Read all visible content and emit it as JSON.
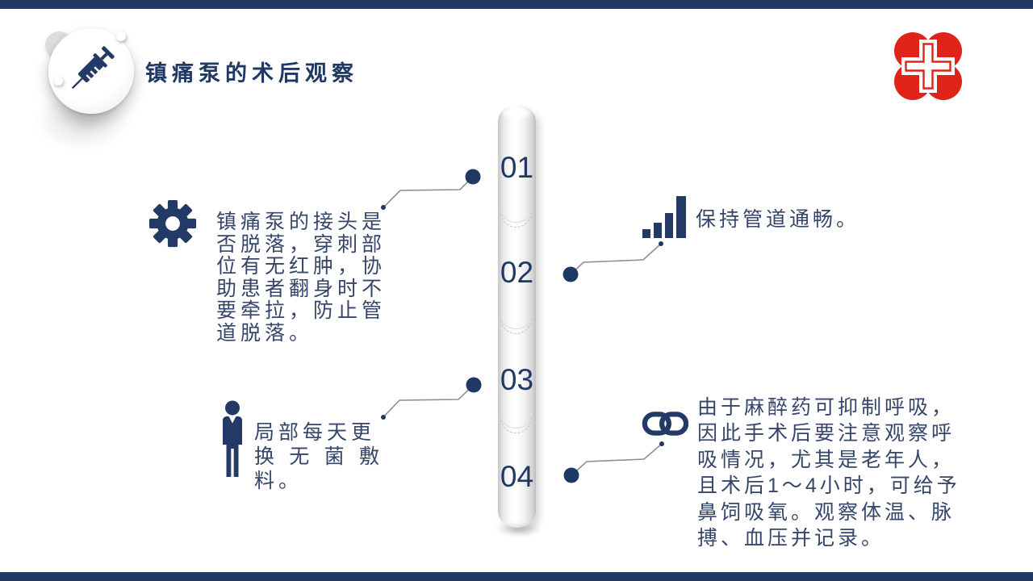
{
  "header": {
    "title": "镇痛泵的术后观察"
  },
  "colors": {
    "accent_navy": "#1F3864",
    "body_text": "#36466B",
    "logo_red": "#E02318",
    "connector_gray": "#8F8F8F",
    "cylinder_gray": "#D6D6D6"
  },
  "timeline": {
    "numbers": [
      "01",
      "02",
      "03",
      "04"
    ]
  },
  "items": [
    {
      "number": "01",
      "icon": "gear-icon",
      "side": "left",
      "text": "镇痛泵的接头是\n否脱落，穿刺部\n位有无红肿，协\n助患者翻身时不\n要牵拉，防止管\n道脱落。"
    },
    {
      "number": "02",
      "icon": "bar-chart-icon",
      "side": "right",
      "text": "保持管道通畅。"
    },
    {
      "number": "03",
      "icon": "person-icon",
      "side": "left",
      "text": "局部每天更\n换无菌敷料。"
    },
    {
      "number": "04",
      "icon": "chain-link-icon",
      "side": "right",
      "text": "由于麻醉药可抑制呼吸，\n因此手术后要注意观察呼\n吸情况，尤其是老年人，\n且术后1～4小时，可给予\n鼻饲吸氧。观察体温、脉\n搏、血压并记录。"
    }
  ]
}
